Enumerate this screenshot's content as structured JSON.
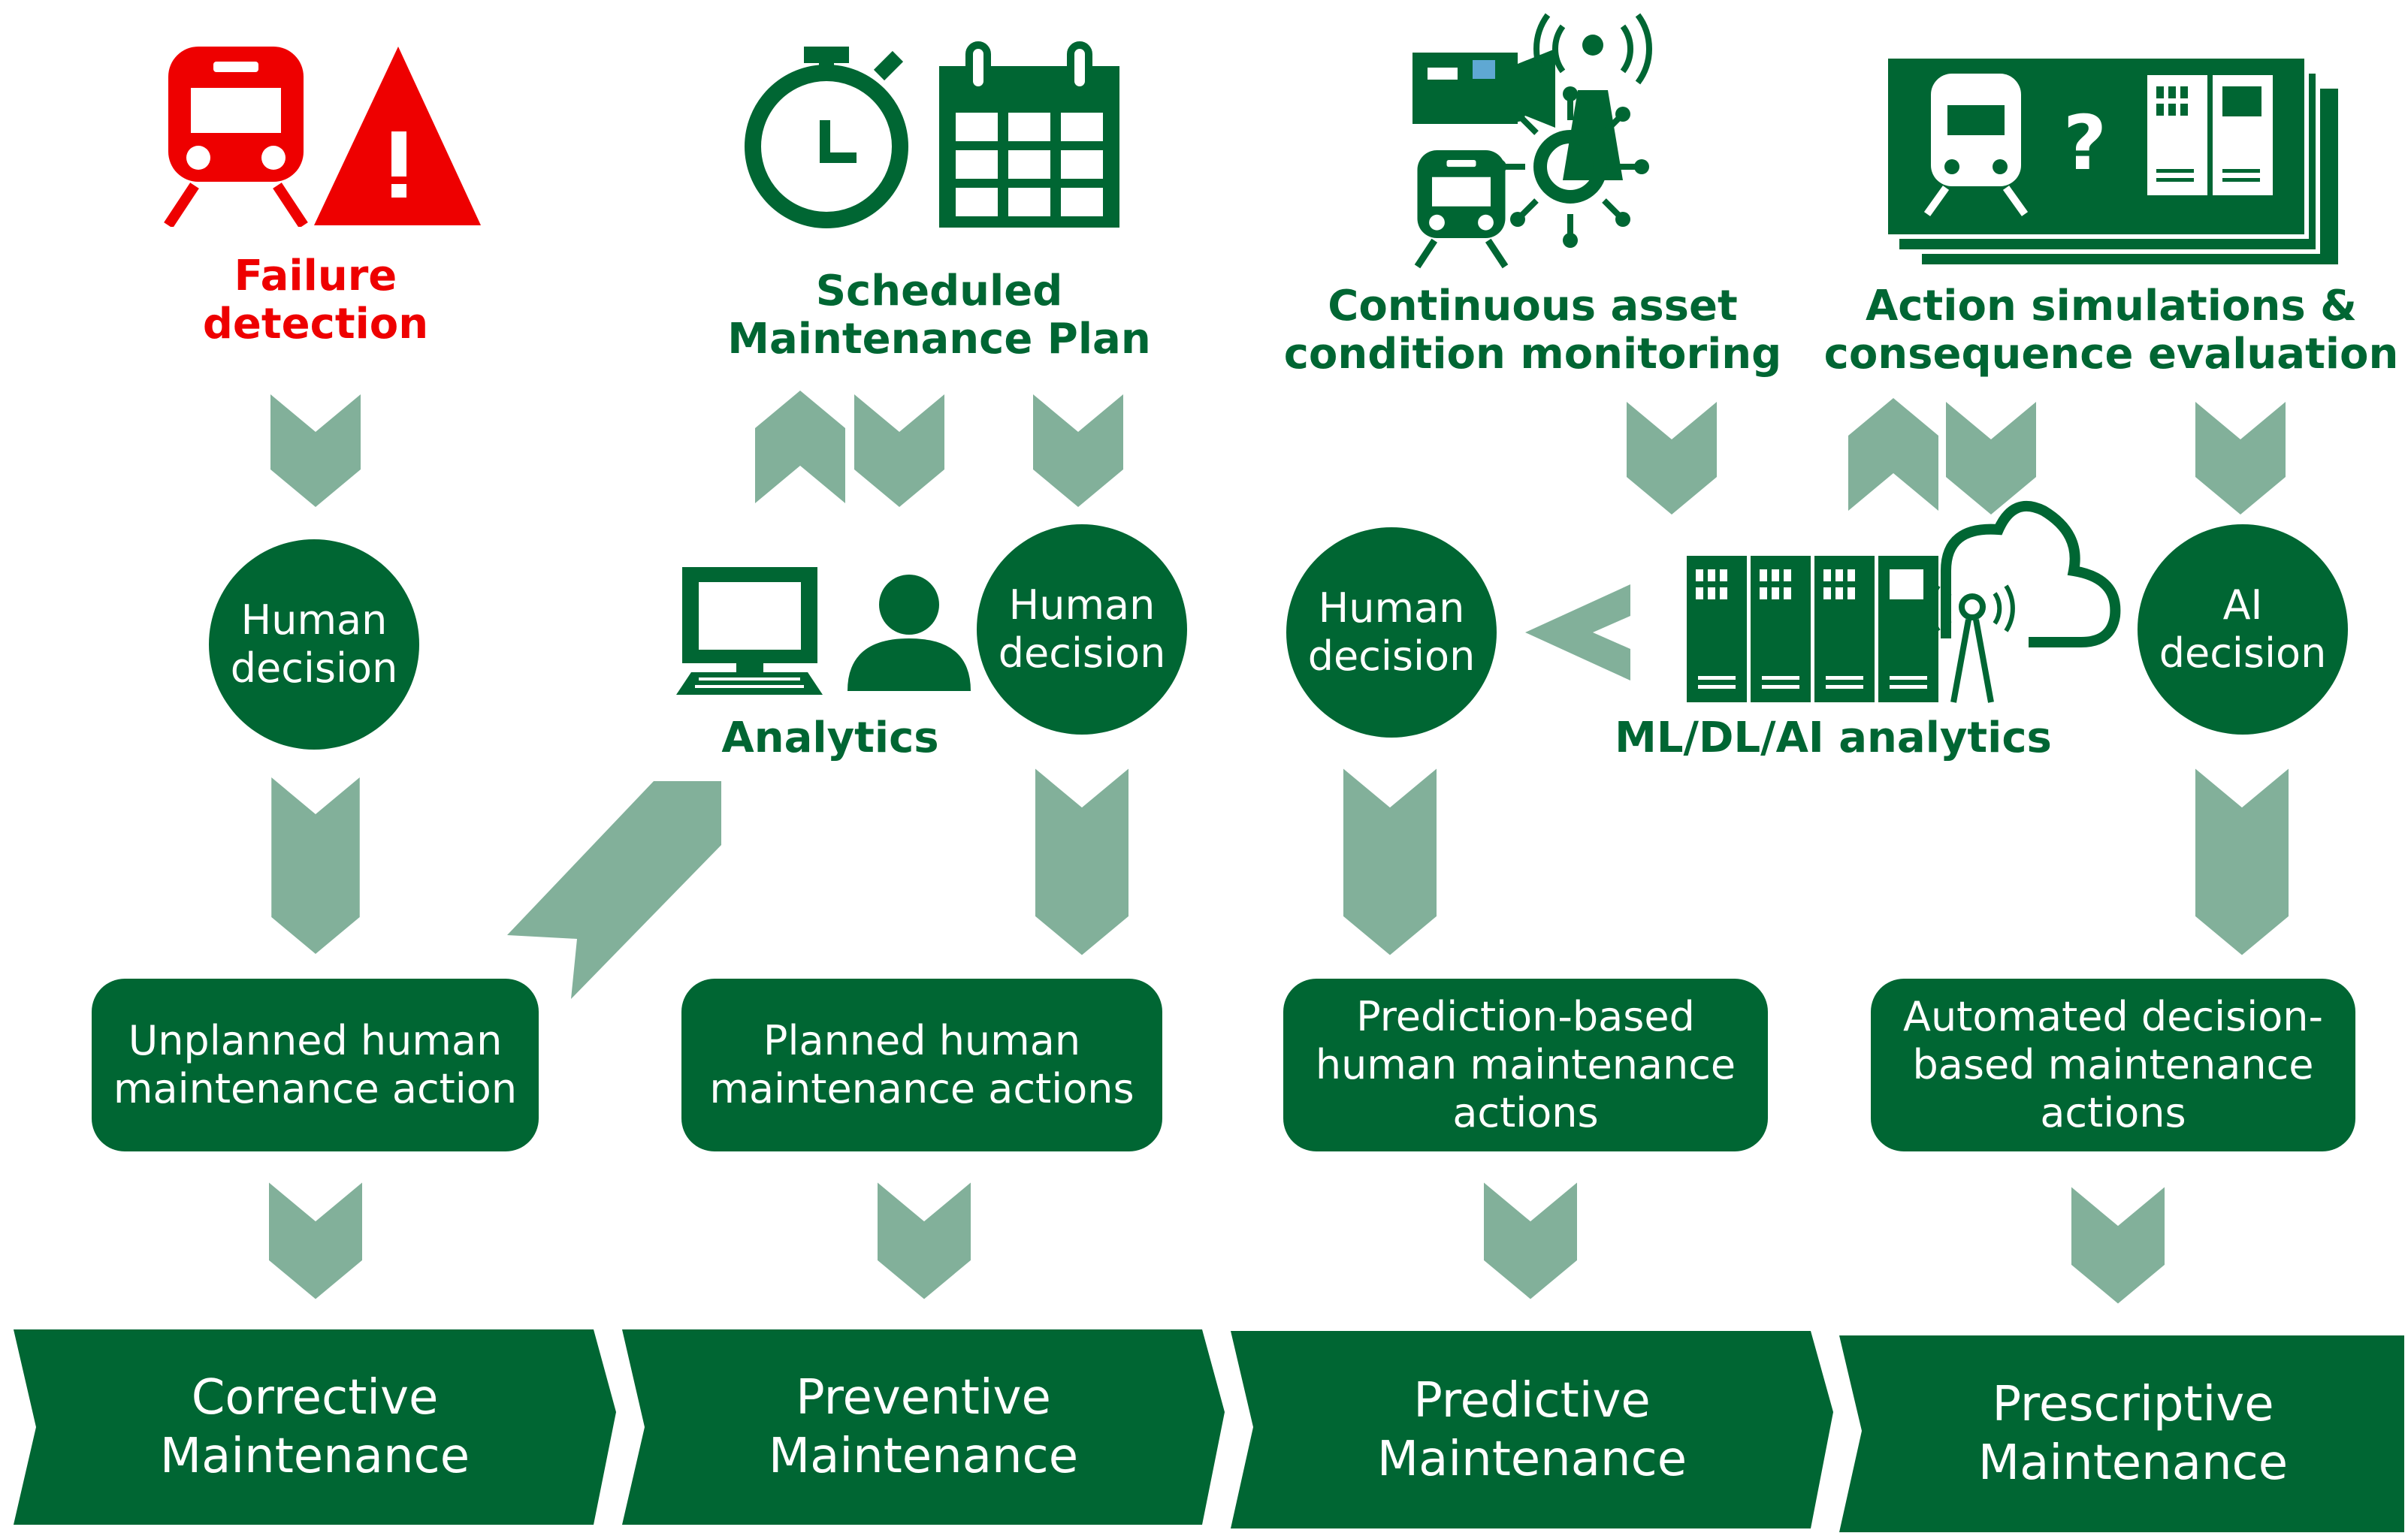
{
  "colors": {
    "dark_green": "#006633",
    "light_green": "#82b09a",
    "red": "#ee0000",
    "white": "#ffffff"
  },
  "columns": [
    {
      "heading": [
        "Failure",
        "detection"
      ],
      "heading_color": "red",
      "heading_icons": [
        "train-icon",
        "warning-triangle-icon"
      ],
      "decision": [
        "Human",
        "decision"
      ],
      "action": [
        "Unplanned human",
        "maintenance action"
      ],
      "stage": [
        "Corrective",
        "Maintenance"
      ]
    },
    {
      "heading": [
        "Scheduled",
        "Maintenance Plan"
      ],
      "heading_icons": [
        "stopwatch-icon",
        "calendar-icon"
      ],
      "analytics_label": "Analytics",
      "analytics_icons": [
        "computer-icon",
        "person-icon"
      ],
      "decision": [
        "Human",
        "decision"
      ],
      "action": [
        "Planned human",
        "maintenance actions"
      ],
      "stage": [
        "Preventive",
        "Maintenance"
      ]
    },
    {
      "heading": [
        "Continuous asset",
        "condition monitoring"
      ],
      "heading_icons": [
        "camera-icon",
        "antenna-tower-icon",
        "sensor-hub-icon",
        "train-icon"
      ],
      "decision": [
        "Human",
        "decision"
      ],
      "action": [
        "Prediction-based",
        "human maintenance",
        "actions"
      ],
      "stage": [
        "Predictive",
        "Maintenance"
      ]
    },
    {
      "heading": [
        "Action simulations &",
        "consequence evaluation"
      ],
      "heading_icons": [
        "simulation-screens-icon",
        "train-icon",
        "question-mark-icon",
        "server-rack-icon"
      ],
      "analytics_label": "ML/DL/AI analytics",
      "analytics_icons": [
        "server-rack-icon",
        "cloud-icon",
        "radio-tower-icon"
      ],
      "decision": [
        "AI",
        "decision"
      ],
      "action": [
        "Automated decision-",
        "based maintenance",
        "actions"
      ],
      "stage": [
        "Prescriptive",
        "Maintenance"
      ]
    }
  ]
}
